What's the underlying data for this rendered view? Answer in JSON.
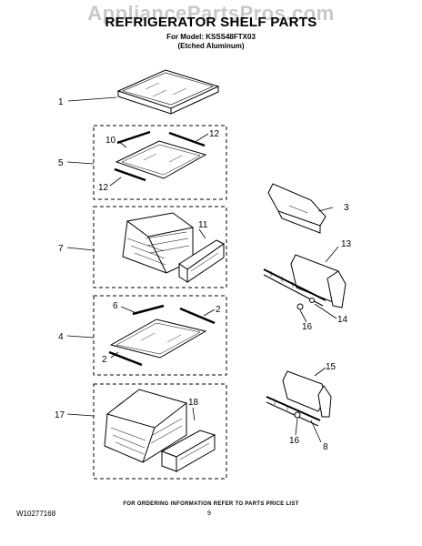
{
  "watermark": "AppliancePartsPros.com",
  "header": {
    "title": "REFRIGERATOR SHELF PARTS",
    "model_line": "For Model: KSSS48FTX03",
    "variant_line": "(Etched Aluminum)"
  },
  "callouts": {
    "c1": "1",
    "c5": "5",
    "c10": "10",
    "c12a": "12",
    "c12b": "12",
    "c3": "3",
    "c7": "7",
    "c11": "11",
    "c13": "13",
    "c14": "14",
    "c16a": "16",
    "c4": "4",
    "c6": "6",
    "c2a": "2",
    "c2b": "2",
    "c17": "17",
    "c18": "18",
    "c15": "15",
    "c16b": "16",
    "c8": "8"
  },
  "footer": {
    "note": "FOR ORDERING INFORMATION REFER TO PARTS PRICE LIST",
    "doc_id": "W10277168",
    "page_number": "9"
  }
}
